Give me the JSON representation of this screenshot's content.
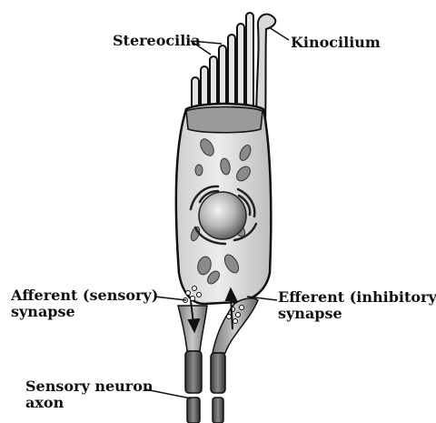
{
  "labels": {
    "stereocilia": "Stereocilia",
    "kinocilium": "Kinocilium",
    "afferent_line1": "Afferent (sensory)",
    "afferent_line2": "synapse",
    "efferent_line1": "Efferent (inhibitory)",
    "efferent_line2": "synapse",
    "neuron_line1": "Sensory neuron",
    "neuron_line2": "axon"
  }
}
